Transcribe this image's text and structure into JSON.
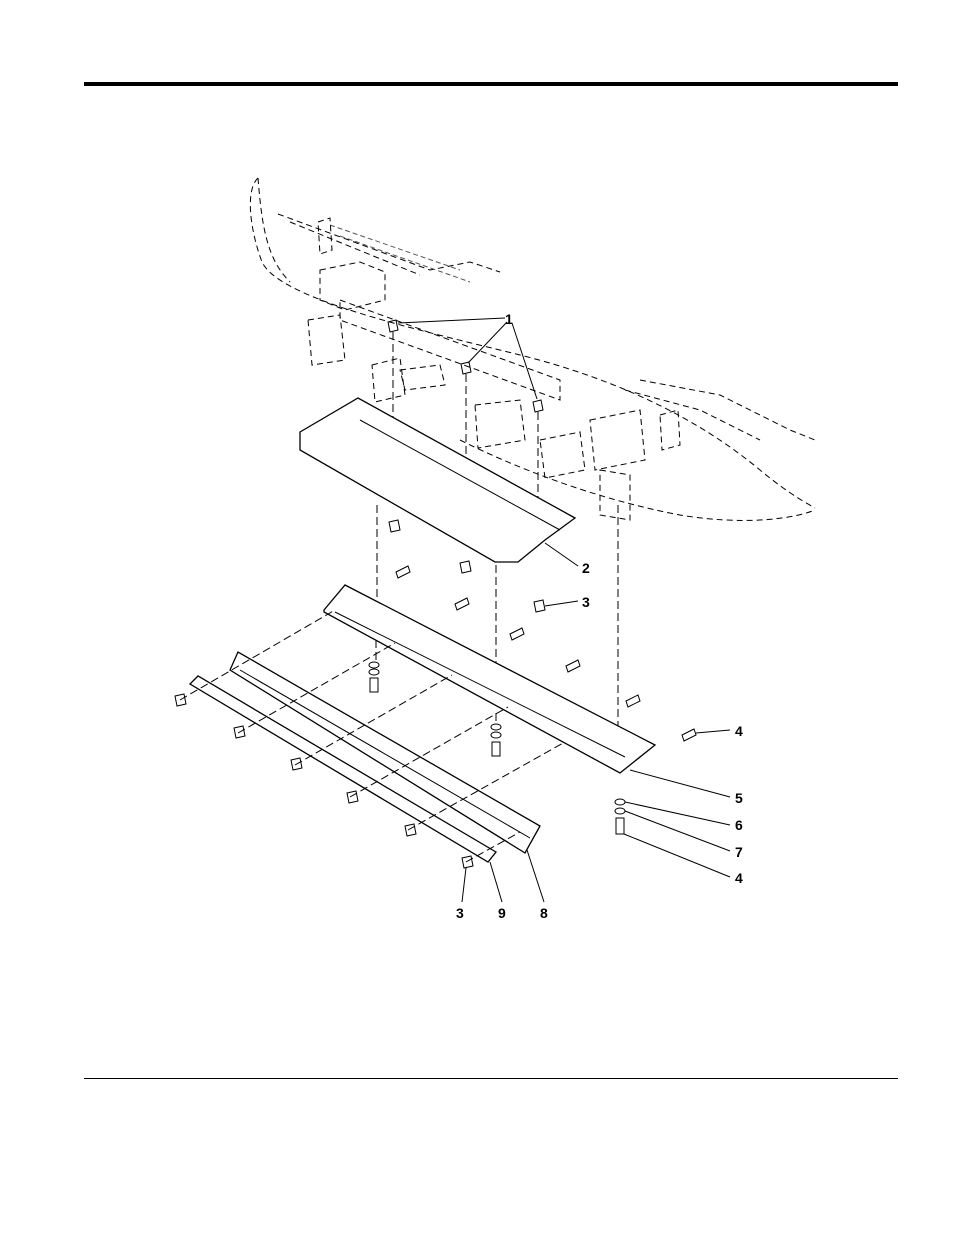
{
  "document": {
    "callouts": [
      {
        "id": "c1",
        "label": "1"
      },
      {
        "id": "c2",
        "label": "2"
      },
      {
        "id": "c3a",
        "label": "3"
      },
      {
        "id": "c4a",
        "label": "4"
      },
      {
        "id": "c5",
        "label": "5"
      },
      {
        "id": "c6",
        "label": "6"
      },
      {
        "id": "c7",
        "label": "7"
      },
      {
        "id": "c4b",
        "label": "4"
      },
      {
        "id": "c3b",
        "label": "3"
      },
      {
        "id": "c9",
        "label": "9"
      },
      {
        "id": "c8",
        "label": "8"
      }
    ]
  }
}
